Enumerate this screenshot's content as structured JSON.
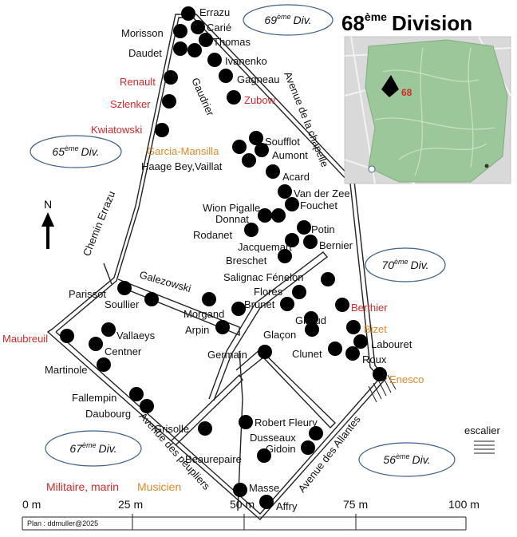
{
  "title": {
    "number": "68",
    "suffix": "ème",
    "word": "Division"
  },
  "divisions": [
    {
      "name": "69",
      "suffix": "ème",
      "word": "Div."
    },
    {
      "name": "65",
      "suffix": "ème",
      "word": "Div."
    },
    {
      "name": "70",
      "suffix": "ème",
      "word": "Div."
    },
    {
      "name": "67",
      "suffix": "ème",
      "word": "Div."
    },
    {
      "name": "56",
      "suffix": "ème",
      "word": "Div."
    }
  ],
  "inset": {
    "marker_label": "68",
    "colors": {
      "park": "#9cc79a",
      "city": "#d9d9d9",
      "marker": "#d12a2a"
    }
  },
  "roads": {
    "gaudrier": "Gaudrier",
    "chapelle": "Avenue de la chapelle",
    "errazu": "Chemin Errazu",
    "galezowski": "Galezowski",
    "peupliers": "Avenue des peupliers",
    "allantes": "Avenue des Allantes"
  },
  "north": "N",
  "legend": {
    "military": "Militaire, marin",
    "musician": "Musicien",
    "colors": {
      "military": "#d12a2a",
      "musician": "#e08a2a"
    }
  },
  "stairs": "escalier",
  "scale": {
    "ticks": [
      "0 m",
      "25 m",
      "50 m",
      "75 m",
      "100 m"
    ]
  },
  "credit": "Plan : ddmuller@2025",
  "graves": [
    {
      "name": "Errazu",
      "type": "normal"
    },
    {
      "name": "Carié",
      "type": "normal"
    },
    {
      "name": "Morisson",
      "type": "normal"
    },
    {
      "name": "Thomas",
      "type": "normal"
    },
    {
      "name": "Daudet",
      "type": "normal"
    },
    {
      "name": "Ivanenko",
      "type": "normal"
    },
    {
      "name": "Gagneau",
      "type": "normal"
    },
    {
      "name": "Renault",
      "type": "military"
    },
    {
      "name": "Szlenker",
      "type": "military"
    },
    {
      "name": "Zubow",
      "type": "military"
    },
    {
      "name": "Kwiatowski",
      "type": "military"
    },
    {
      "name": "Soufflot",
      "type": "normal"
    },
    {
      "name": "Garcia-Mansilla",
      "type": "musician"
    },
    {
      "name": "Aumont",
      "type": "normal"
    },
    {
      "name": "Haage Bey,Vaillat",
      "type": "normal"
    },
    {
      "name": "Acard",
      "type": "normal"
    },
    {
      "name": "Van der Zee",
      "type": "normal"
    },
    {
      "name": "Wion Pigalle",
      "type": "normal"
    },
    {
      "name": "Fouchet",
      "type": "normal"
    },
    {
      "name": "Donnat",
      "type": "normal"
    },
    {
      "name": "Potin",
      "type": "normal"
    },
    {
      "name": "Rodanet",
      "type": "normal"
    },
    {
      "name": "Jacquemart",
      "type": "normal"
    },
    {
      "name": "Bernier",
      "type": "normal"
    },
    {
      "name": "Breschet",
      "type": "normal"
    },
    {
      "name": "Salignac Fénelon",
      "type": "normal"
    },
    {
      "name": "Flores",
      "type": "normal"
    },
    {
      "name": "Parissot",
      "type": "normal"
    },
    {
      "name": "Soullier",
      "type": "normal"
    },
    {
      "name": "Brunet",
      "type": "normal"
    },
    {
      "name": "Morgand",
      "type": "normal"
    },
    {
      "name": "Berthier",
      "type": "military"
    },
    {
      "name": "Giraud",
      "type": "normal"
    },
    {
      "name": "Bizet",
      "type": "musician"
    },
    {
      "name": "Arpin",
      "type": "normal"
    },
    {
      "name": "Maubreuil",
      "type": "military"
    },
    {
      "name": "Vallaeys",
      "type": "normal"
    },
    {
      "name": "Glaçon",
      "type": "normal"
    },
    {
      "name": "Labouret",
      "type": "normal"
    },
    {
      "name": "Centner",
      "type": "normal"
    },
    {
      "name": "Clunet",
      "type": "normal"
    },
    {
      "name": "Germain",
      "type": "normal"
    },
    {
      "name": "Roux",
      "type": "normal"
    },
    {
      "name": "Martinole",
      "type": "normal"
    },
    {
      "name": "Enesco",
      "type": "musician"
    },
    {
      "name": "Fallempin",
      "type": "normal"
    },
    {
      "name": "Daubourg",
      "type": "normal"
    },
    {
      "name": "Robert Fleury",
      "type": "normal"
    },
    {
      "name": "Grisolle",
      "type": "normal"
    },
    {
      "name": "Dusseaux",
      "type": "normal"
    },
    {
      "name": "Gidoin",
      "type": "normal"
    },
    {
      "name": "Beaurepaire",
      "type": "normal"
    },
    {
      "name": "Masse",
      "type": "normal"
    },
    {
      "name": "Affry",
      "type": "normal"
    }
  ]
}
